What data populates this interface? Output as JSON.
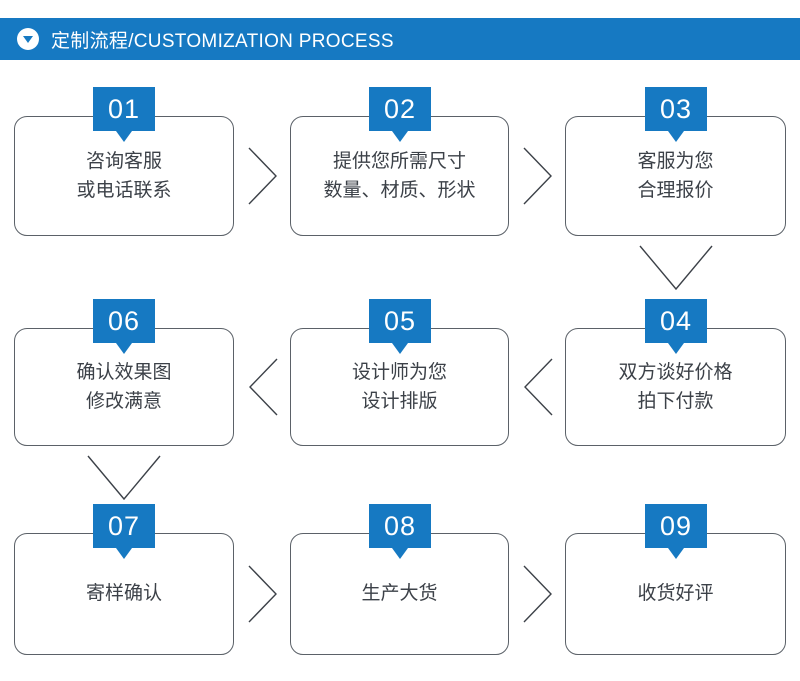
{
  "header": {
    "icon": "triangle-down-circle-icon",
    "title": "定制流程/CUSTOMIZATION PROCESS",
    "bg_color": "#1679c2",
    "text_color": "#ffffff"
  },
  "colors": {
    "accent": "#1679c2",
    "box_border": "#5b6168",
    "box_text": "#3c4148",
    "arrow": "#3c4148"
  },
  "steps": [
    {
      "number": "01",
      "lines": [
        "咨询客服",
        "或电话联系"
      ]
    },
    {
      "number": "02",
      "lines": [
        "提供您所需尺寸",
        "数量、材质、形状"
      ]
    },
    {
      "number": "03",
      "lines": [
        "客服为您",
        "合理报价"
      ]
    },
    {
      "number": "04",
      "lines": [
        "双方谈好价格",
        "拍下付款"
      ]
    },
    {
      "number": "05",
      "lines": [
        "设计师为您",
        "设计排版"
      ]
    },
    {
      "number": "06",
      "lines": [
        "确认效果图",
        "修改满意"
      ]
    },
    {
      "number": "07",
      "lines": [
        "寄样确认"
      ]
    },
    {
      "number": "08",
      "lines": [
        "生产大货"
      ]
    },
    {
      "number": "09",
      "lines": [
        "收货好评"
      ]
    }
  ],
  "connectors": [
    {
      "name": "chevron-right-step1-step2",
      "direction": "right"
    },
    {
      "name": "chevron-right-step2-step3",
      "direction": "right"
    },
    {
      "name": "chevron-down-step3-step4",
      "direction": "down"
    },
    {
      "name": "chevron-left-step4-step5",
      "direction": "left"
    },
    {
      "name": "chevron-left-step5-step6",
      "direction": "left"
    },
    {
      "name": "chevron-down-step6-step7",
      "direction": "down"
    },
    {
      "name": "chevron-right-step7-step8",
      "direction": "right"
    },
    {
      "name": "chevron-right-step8-step9",
      "direction": "right"
    }
  ]
}
